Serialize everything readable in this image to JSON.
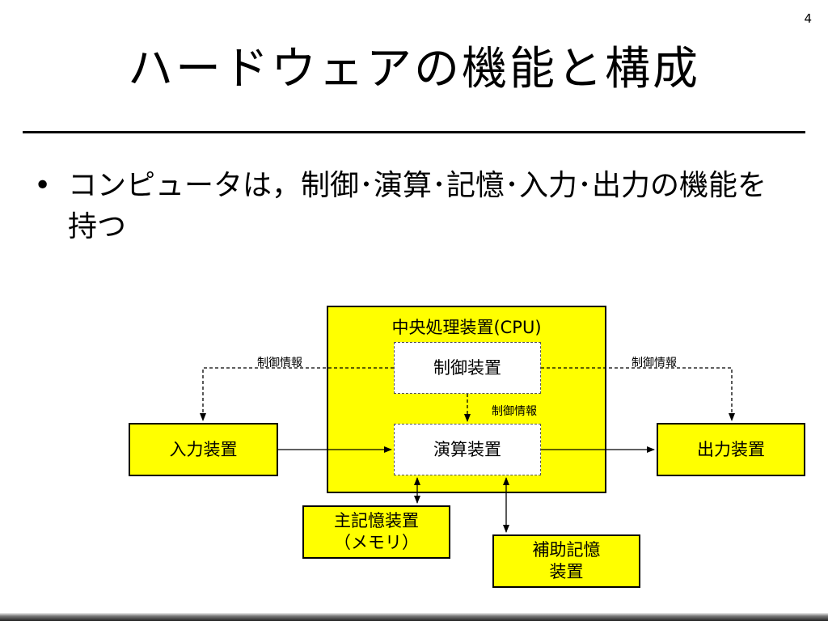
{
  "slide": {
    "page_number": "4",
    "title": "ハードウェアの機能と構成",
    "bullet_symbol": "•",
    "bullet_text": "コンピュータは，制御･演算･記憶･入力･出力の機能を持つ"
  },
  "diagram": {
    "cpu": "中央処理装置(CPU)",
    "control_unit": "制御装置",
    "arithmetic_unit": "演算装置",
    "input_device": "入力装置",
    "output_device": "出力装置",
    "main_memory": "主記憶装置\n（メモリ）",
    "auxiliary_storage": "補助記憶\n装置",
    "control_info_left": "制御情報",
    "control_info_right": "制御情報",
    "control_info_center": "制御情報"
  },
  "colors": {
    "box_fill": "#ffff00",
    "line": "#000000"
  }
}
